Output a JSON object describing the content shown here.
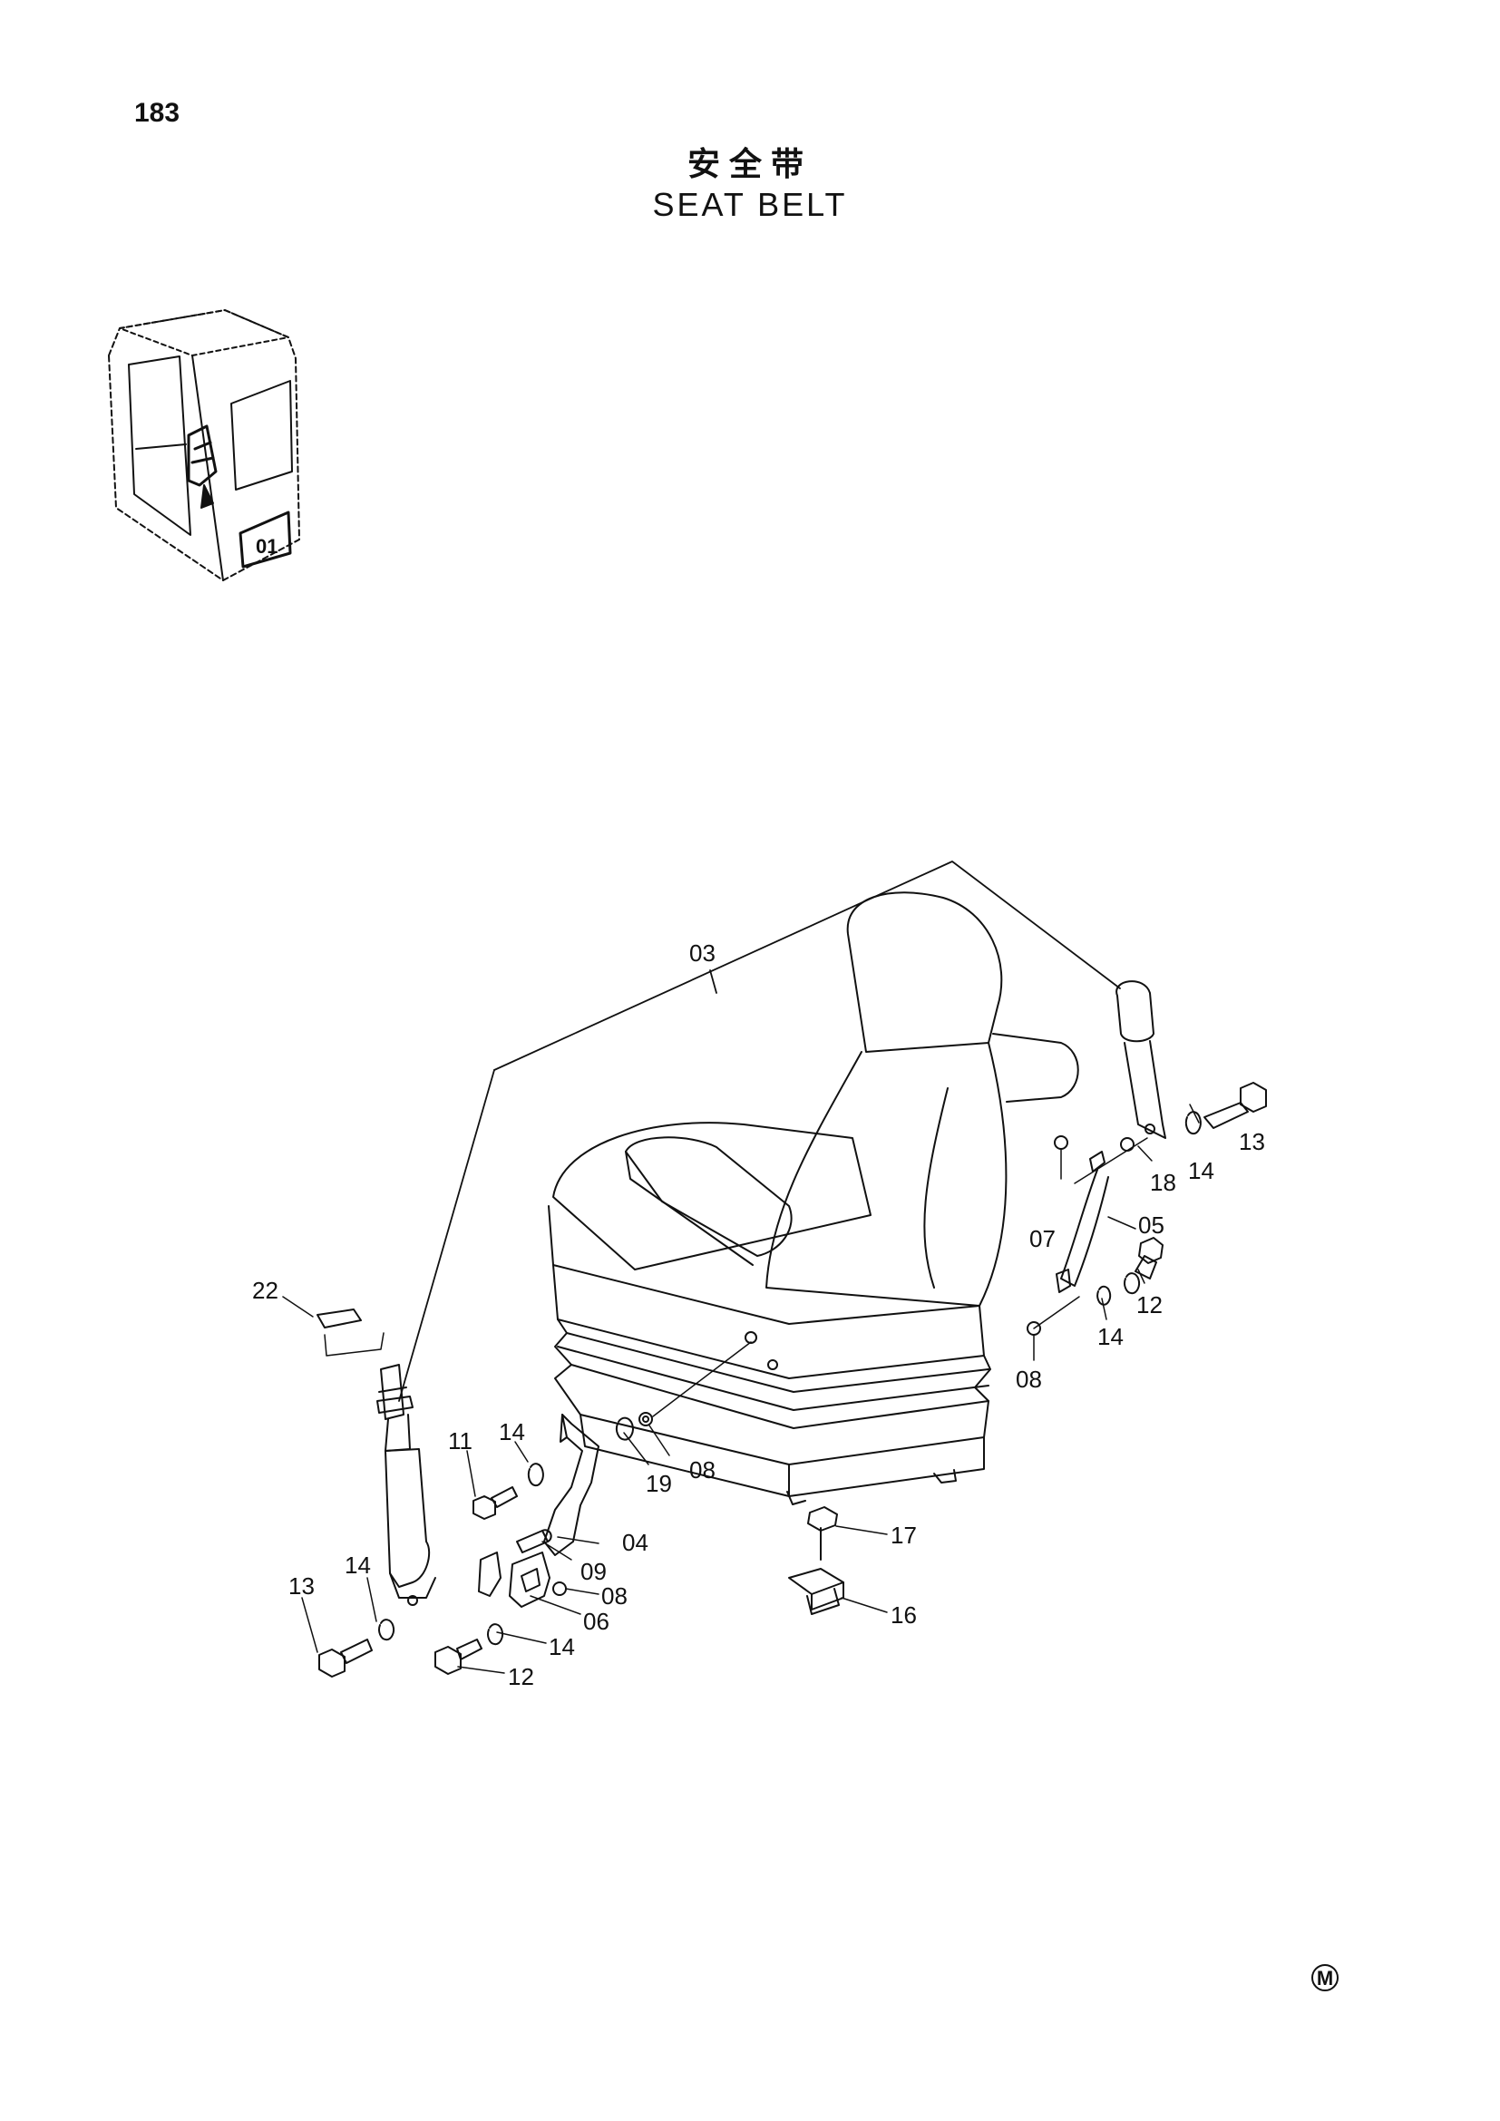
{
  "page": {
    "number": "183",
    "title_cn": "安全带",
    "title_en": "SEAT BELT"
  },
  "callouts": {
    "c03": "03",
    "c13a": "13",
    "c14a": "14",
    "c18": "18",
    "c07": "07",
    "c05": "05",
    "c12a": "12",
    "c14b": "14",
    "c08a": "08",
    "c22": "22",
    "c14c": "14",
    "c11": "11",
    "c19": "19",
    "c08b": "08",
    "c04": "04",
    "c09": "09",
    "c08c": "08",
    "c06": "06",
    "c14d": "14",
    "c12b": "12",
    "c14e": "14",
    "c13b": "13",
    "c17": "17",
    "c16": "16"
  },
  "inset_label": "01",
  "corner_mark": "M"
}
